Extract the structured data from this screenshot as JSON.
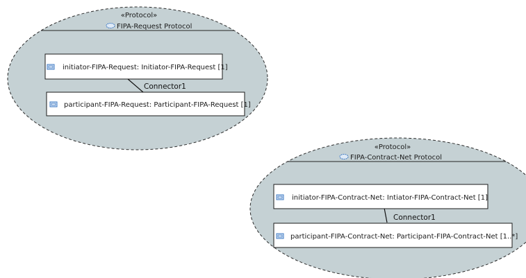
{
  "colors": {
    "ellipse_fill": "#c5d1d4",
    "ellipse_stroke": "#2b2b2b",
    "part_fill": "#ffffff",
    "part_stroke": "#1a1a1a",
    "icon_stroke": "#3b78c4",
    "icon_fill": "#dfeaf6"
  },
  "protocols": [
    {
      "stereotype": "«Protocol»",
      "name": "FIPA-Request Protocol",
      "parts": [
        {
          "label": "initiator-FIPA-Request: Initiator-FIPA-Request [1]"
        },
        {
          "label": "participant-FIPA-Request: Participant-FIPA-Request [1]"
        }
      ],
      "connector": {
        "label": "Connector1"
      }
    },
    {
      "stereotype": "«Protocol»",
      "name": "FIPA-Contract-Net Protocol",
      "parts": [
        {
          "label": "initiator-FIPA-Contract-Net: Intiator-FIPA-Contract-Net [1]"
        },
        {
          "label": "participant-FIPA-Contract-Net: Participant-FIPA-Contract-Net [1..*]"
        }
      ],
      "connector": {
        "label": "Connector1"
      }
    }
  ]
}
